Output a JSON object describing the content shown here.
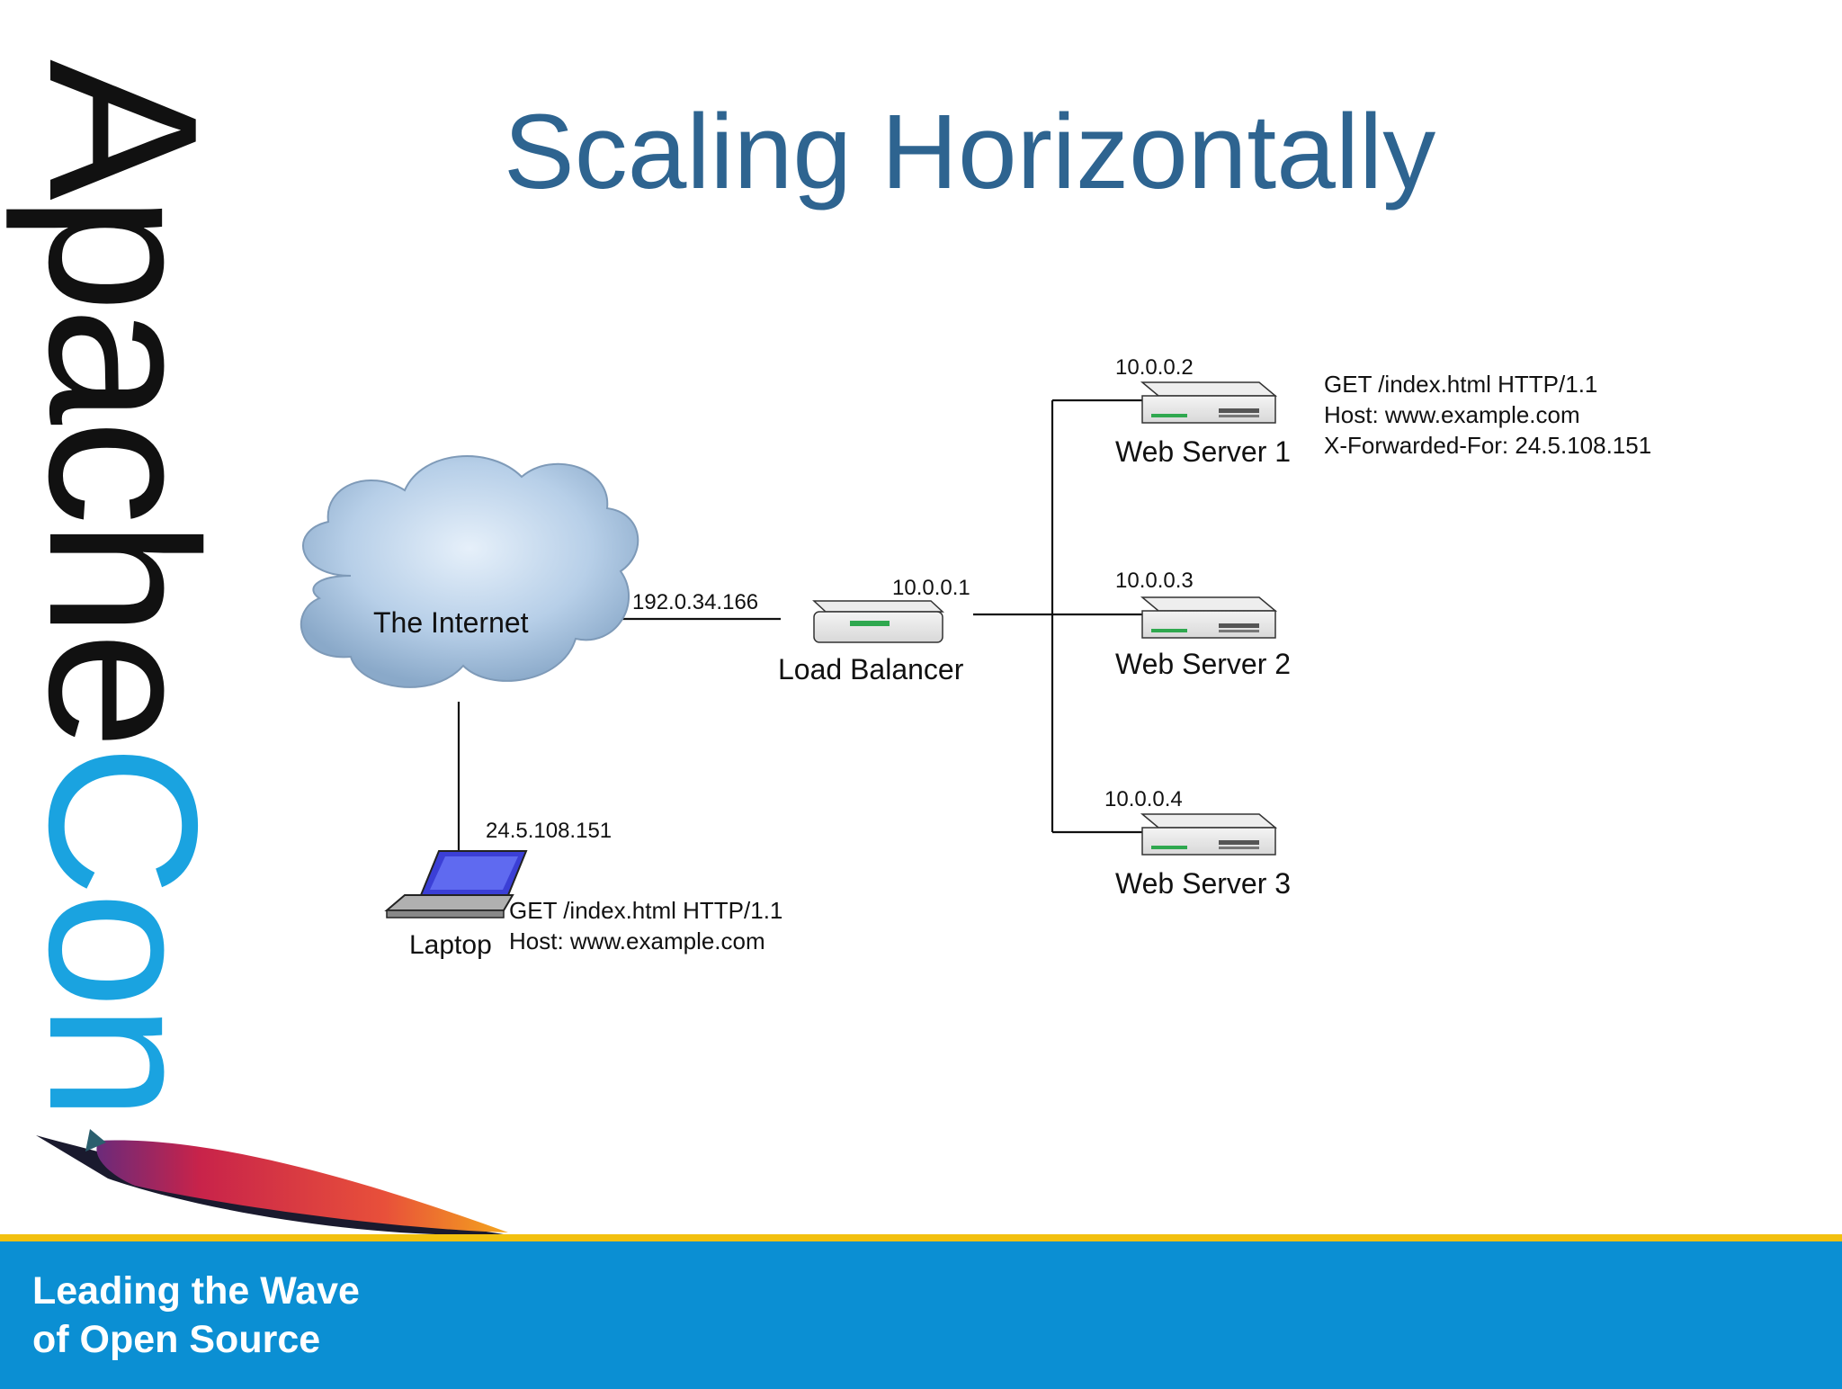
{
  "slide": {
    "title": "Scaling Horizontally",
    "logo": "ApacheCon",
    "tagline_line1": "Leading the Wave",
    "tagline_line2": "of Open Source"
  },
  "diagram": {
    "internet_label": "The Internet",
    "internet_ip": "192.0.34.166",
    "load_balancer": {
      "label": "Load Balancer",
      "ip": "10.0.0.1"
    },
    "servers": [
      {
        "label": "Web Server 1",
        "ip": "10.0.0.2"
      },
      {
        "label": "Web Server 2",
        "ip": "10.0.0.3"
      },
      {
        "label": "Web Server 3",
        "ip": "10.0.0.4"
      }
    ],
    "server_request": [
      "GET /index.html HTTP/1.1",
      "Host: www.example.com",
      "X-Forwarded-For: 24.5.108.151"
    ],
    "laptop": {
      "label": "Laptop",
      "ip": "24.5.108.151",
      "request": [
        "GET /index.html HTTP/1.1",
        "Host: www.example.com"
      ]
    }
  },
  "colors": {
    "title": "#2e6490",
    "footer": "#0b8fd3",
    "footer_border": "#f2c00f",
    "logo_blue": "#1aa3e0"
  }
}
